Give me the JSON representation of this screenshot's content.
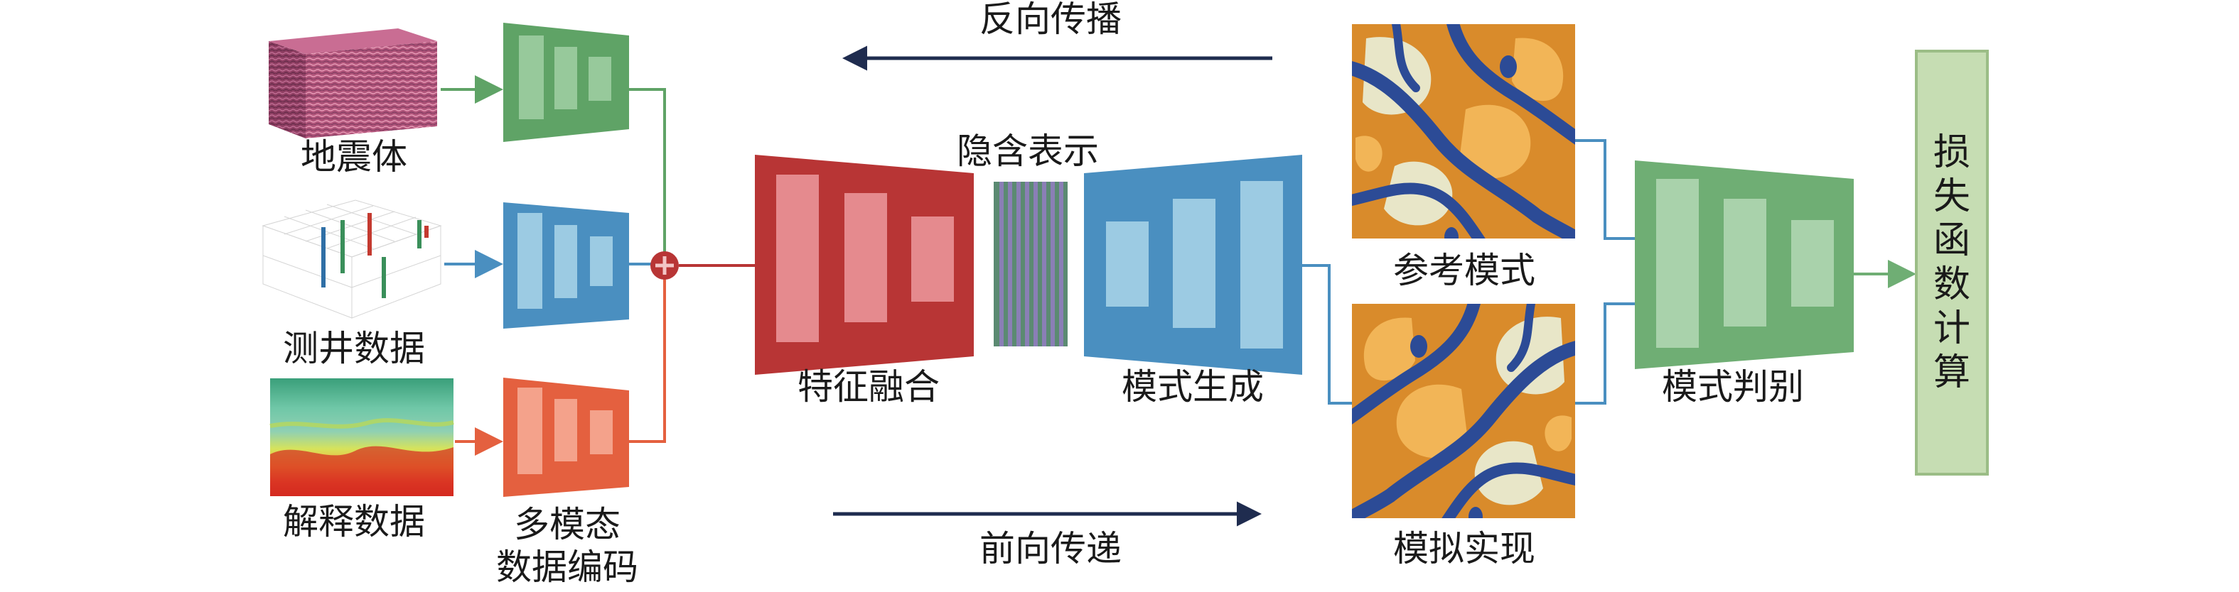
{
  "labels": {
    "seismic": "地震体",
    "well_log": "测井数据",
    "interpretation": "解释数据",
    "encoder_line1": "多模态",
    "encoder_line2": "数据编码",
    "feature_fusion": "特征融合",
    "latent": "隐含表示",
    "pattern_generation": "模式生成",
    "reference_pattern": "参考模式",
    "simulated_realization": "模拟实现",
    "pattern_discrimination": "模式判别",
    "backprop": "反向传播",
    "forward": "前向传递",
    "loss": [
      "损",
      "失",
      "函",
      "数",
      "计",
      "算"
    ]
  },
  "colors": {
    "green_dark": "#5fa366",
    "green_light": "#97c99b",
    "blue_dark": "#4a8fc0",
    "blue_light": "#9ccbe3",
    "orange_dark": "#e4603f",
    "orange_light": "#f4a28b",
    "red_dark": "#b83535",
    "red_light": "#e58a8e",
    "disc_dark": "#6fae74",
    "disc_light": "#a9d2ab",
    "loss_fill": "#c6ddb3",
    "loss_stroke": "#9bbd86",
    "arrow_navy": "#1f2c4f"
  },
  "icons": [
    "plus-icon",
    "arrow-icon"
  ]
}
